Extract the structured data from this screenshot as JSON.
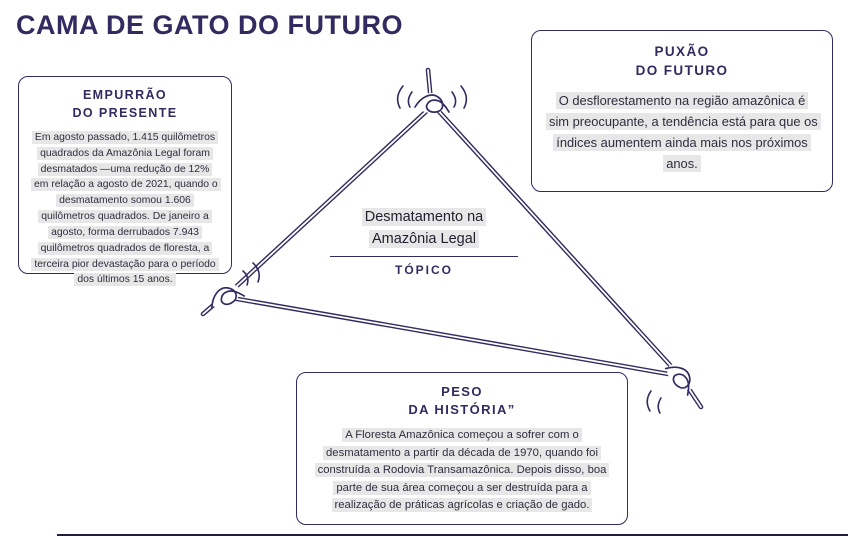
{
  "title": "CAMA DE GATO DO FUTURO",
  "boxes": {
    "present": {
      "heading_line1": "EMPURRÃO",
      "heading_line2": "DO PRESENTE",
      "body": "Em agosto passado, 1.415 quilômetros quadrados da Amazônia Legal foram desmatados —uma redução de 12% em relação a agosto de 2021, quando o desmatamento somou 1.606 quilômetros quadrados. De janeiro a agosto, forma derrubados 7.943 quilômetros quadrados de floresta, a terceira pior devastação para o período dos últimos 15 anos."
    },
    "future": {
      "heading_line1": "PUXÃO",
      "heading_line2": "DO FUTURO",
      "body": "O desflorestamento na região amazônica é sim preocupante, a tendência está para que os índices aumentem ainda mais nos próximos anos."
    },
    "history": {
      "heading_line1": "PESO",
      "heading_line2": "DA HISTÓRIA”",
      "body": "A Floresta Amazônica começou a sofrer com o desmatamento a partir da década de 1970, quando foi construída a Rodovia Transamazônica. Depois disso, boa parte de sua área começou a ser destruída para a realização de práticas agrícolas e criação de gado."
    }
  },
  "topic": {
    "label": "Desmatamento na Amazônia Legal",
    "caption": "TÓPICO"
  },
  "colors": {
    "accent": "#332a60",
    "highlight": "#e7e7e7"
  }
}
